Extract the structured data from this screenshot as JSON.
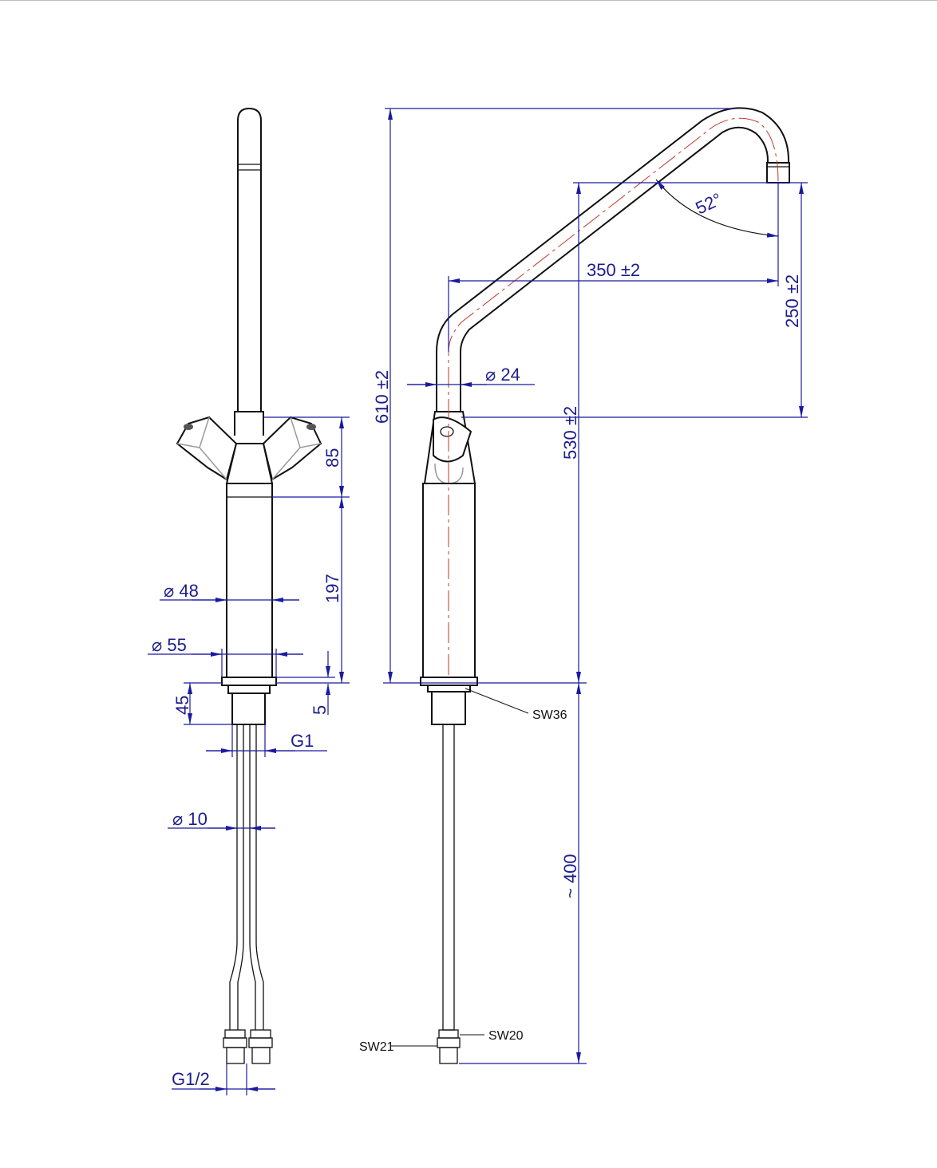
{
  "colors": {
    "dimension": "#1a1aa0",
    "outline": "#111111",
    "centerline": "#c0392b"
  },
  "front_view": {
    "dim_85": "85",
    "dim_197": "197",
    "dia_48": "⌀ 48",
    "dia_55": "⌀ 55",
    "dim_45": "45",
    "dim_5": "5",
    "thread_g1": "G1",
    "dia_10": "⌀ 10",
    "thread_g12": "G1/2"
  },
  "side_view": {
    "dim_610": "610 ±2",
    "dim_530": "530 ±2",
    "dim_350": "350 ±2",
    "dim_250": "250 ±2",
    "dia_24": "⌀ 24",
    "angle_52": "52°",
    "sw36": "SW36",
    "dim_400": "~ 400",
    "sw21": "SW21",
    "sw20": "SW20"
  }
}
